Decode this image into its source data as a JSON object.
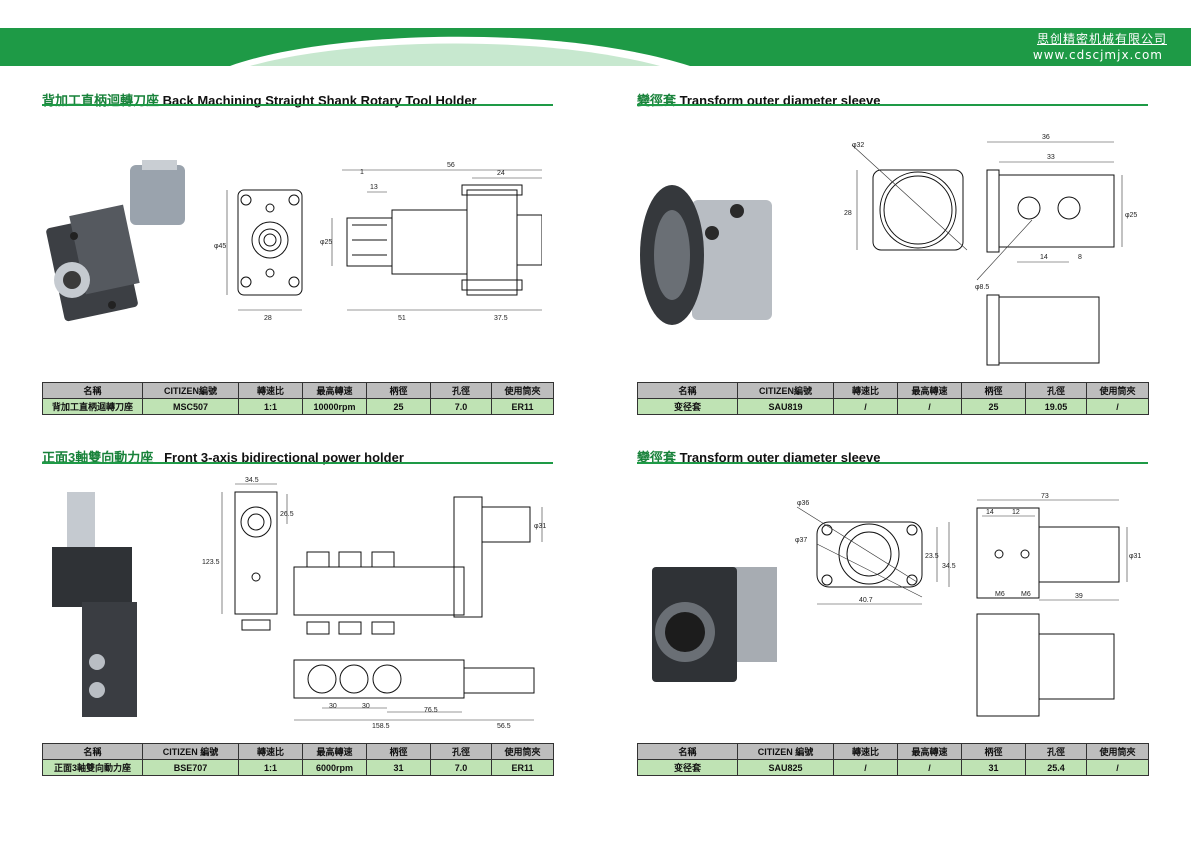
{
  "header": {
    "company": "思创精密机械有限公司",
    "website": "www.cdscjmjx.com"
  },
  "colors": {
    "brand_green": "#1e9a46",
    "header_row": "#bdbdbd",
    "value_row": "#bfe3b4"
  },
  "sections": [
    {
      "title_zh": "背加工直柄迴轉刀座",
      "title_en": "Back Machining Straight Shank Rotary Tool Holder",
      "dims": [
        "1",
        "56",
        "24",
        "13",
        "φ45",
        "φ25",
        "28",
        "51",
        "37.5"
      ],
      "table": {
        "headers": [
          "名稱",
          "CITIZEN編號",
          "轉速比",
          "最高轉速",
          "柄徑",
          "孔徑",
          "使用筒夾"
        ],
        "values": [
          "背加工直柄迴轉刀座",
          "MSC507",
          "1:1",
          "10000rpm",
          "25",
          "7.0",
          "ER11"
        ]
      }
    },
    {
      "title_zh": "變徑套",
      "title_en": "Transform outer diameter sleeve",
      "dims": [
        "φ32",
        "28",
        "36",
        "33",
        "φ25",
        "14",
        "8",
        "φ8.5"
      ],
      "table": {
        "headers": [
          "名稱",
          "CITIZEN編號",
          "轉速比",
          "最高轉速",
          "柄徑",
          "孔徑",
          "使用筒夾"
        ],
        "values": [
          "变径套",
          "SAU819",
          "/",
          "/",
          "25",
          "19.05",
          "/"
        ]
      }
    },
    {
      "title_zh": "正面3軸雙向動力座",
      "title_en": "Front 3-axis bidirectional power holder",
      "dims": [
        "34.5",
        "26.5",
        "123.5",
        "φ31",
        "30",
        "30",
        "158.5",
        "76.5",
        "56.5"
      ],
      "table": {
        "headers": [
          "名稱",
          "CITIZEN 編號",
          "轉速比",
          "最高轉速",
          "柄徑",
          "孔徑",
          "使用筒夾"
        ],
        "values": [
          "正面3軸雙向動力座",
          "BSE707",
          "1:1",
          "6000rpm",
          "31",
          "7.0",
          "ER11"
        ]
      }
    },
    {
      "title_zh": "變徑套",
      "title_en": "Transform outer diameter sleeve",
      "dims": [
        "φ36",
        "φ37",
        "23.5",
        "34.5",
        "40.7",
        "73",
        "14",
        "12",
        "φ31",
        "M6",
        "M6",
        "39"
      ],
      "table": {
        "headers": [
          "名稱",
          "CITIZEN 編號",
          "轉速比",
          "最高轉速",
          "柄徑",
          "孔徑",
          "使用筒夾"
        ],
        "values": [
          "变径套",
          "SAU825",
          "/",
          "/",
          "31",
          "25.4",
          "/"
        ]
      }
    }
  ]
}
